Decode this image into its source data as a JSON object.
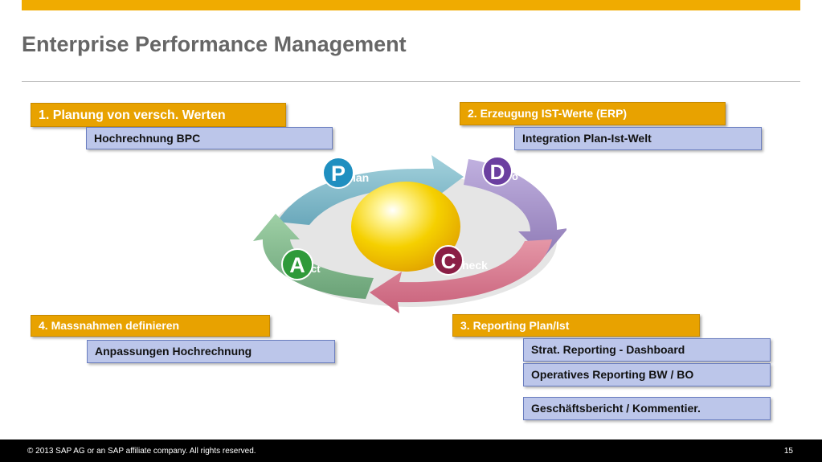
{
  "slide": {
    "title": "Enterprise Performance Management"
  },
  "steps": {
    "plan": {
      "label": "1. Planung von versch. Werten",
      "items": [
        "Hochrechnung BPC"
      ]
    },
    "do": {
      "label": "2. Erzeugung IST-Werte (ERP)",
      "items": [
        "Integration Plan-Ist-Welt"
      ]
    },
    "check": {
      "label": "3. Reporting Plan/Ist",
      "items": [
        "Strat. Reporting - Dashboard",
        "Operatives Reporting BW / BO",
        "Geschäftsbericht / Kommentier."
      ]
    },
    "act": {
      "label": "4. Massnahmen definieren",
      "items": [
        "Anpassungen Hochrechnung"
      ]
    }
  },
  "cycle": {
    "plan": {
      "big": "P",
      "small": "lan"
    },
    "do": {
      "big": "D",
      "small": "o"
    },
    "check": {
      "big": "C",
      "small": "heck"
    },
    "act": {
      "big": "A",
      "small": "ct"
    }
  },
  "colors": {
    "accent": "#f0ab00",
    "step_box": "#e8a200",
    "sub_box": "#bcc6ea",
    "plan_arrow": "#7fb8c8",
    "do_arrow": "#a18ec5",
    "check_arrow": "#d9778c",
    "act_arrow": "#7fb98a",
    "center_sphere": "#f5c800"
  },
  "footer": {
    "copyright": "©  2013 SAP AG or an SAP affiliate company. All rights reserved.",
    "page_number": "15"
  }
}
